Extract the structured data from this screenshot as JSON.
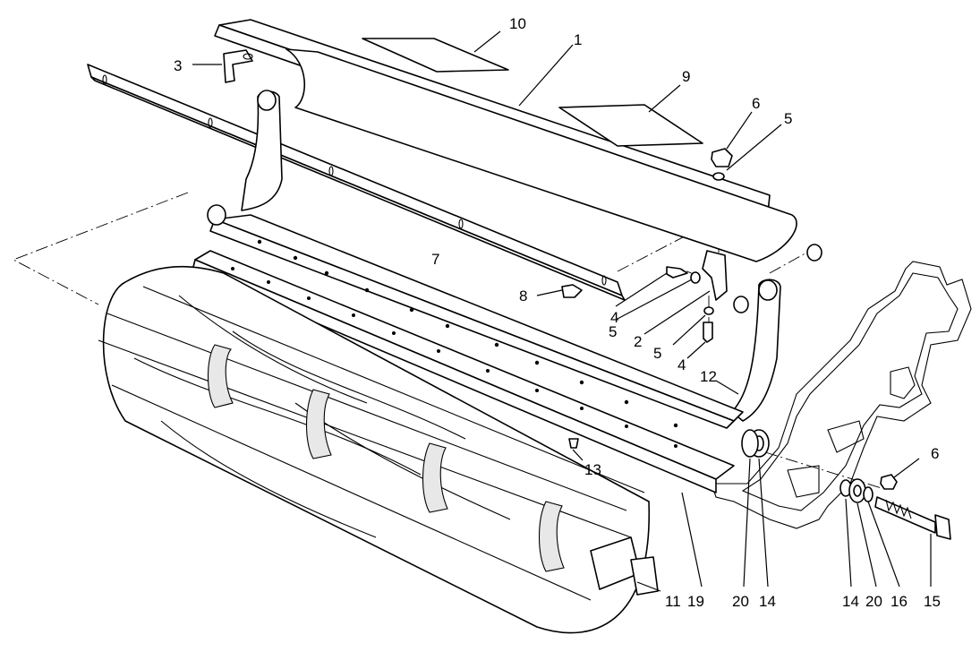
{
  "callouts": {
    "c1": "1",
    "c2": "2",
    "c3": "3",
    "c4a": "4",
    "c4b": "4",
    "c5a": "5",
    "c5b": "5",
    "c5c": "5",
    "c6a": "6",
    "c6b": "6",
    "c7": "7",
    "c8": "8",
    "c9": "9",
    "c10": "10",
    "c11": "11",
    "c12": "12",
    "c13": "13",
    "c14a": "14",
    "c14b": "14",
    "c15": "15",
    "c16": "16",
    "c19": "19",
    "c20a": "20",
    "c20b": "20"
  }
}
